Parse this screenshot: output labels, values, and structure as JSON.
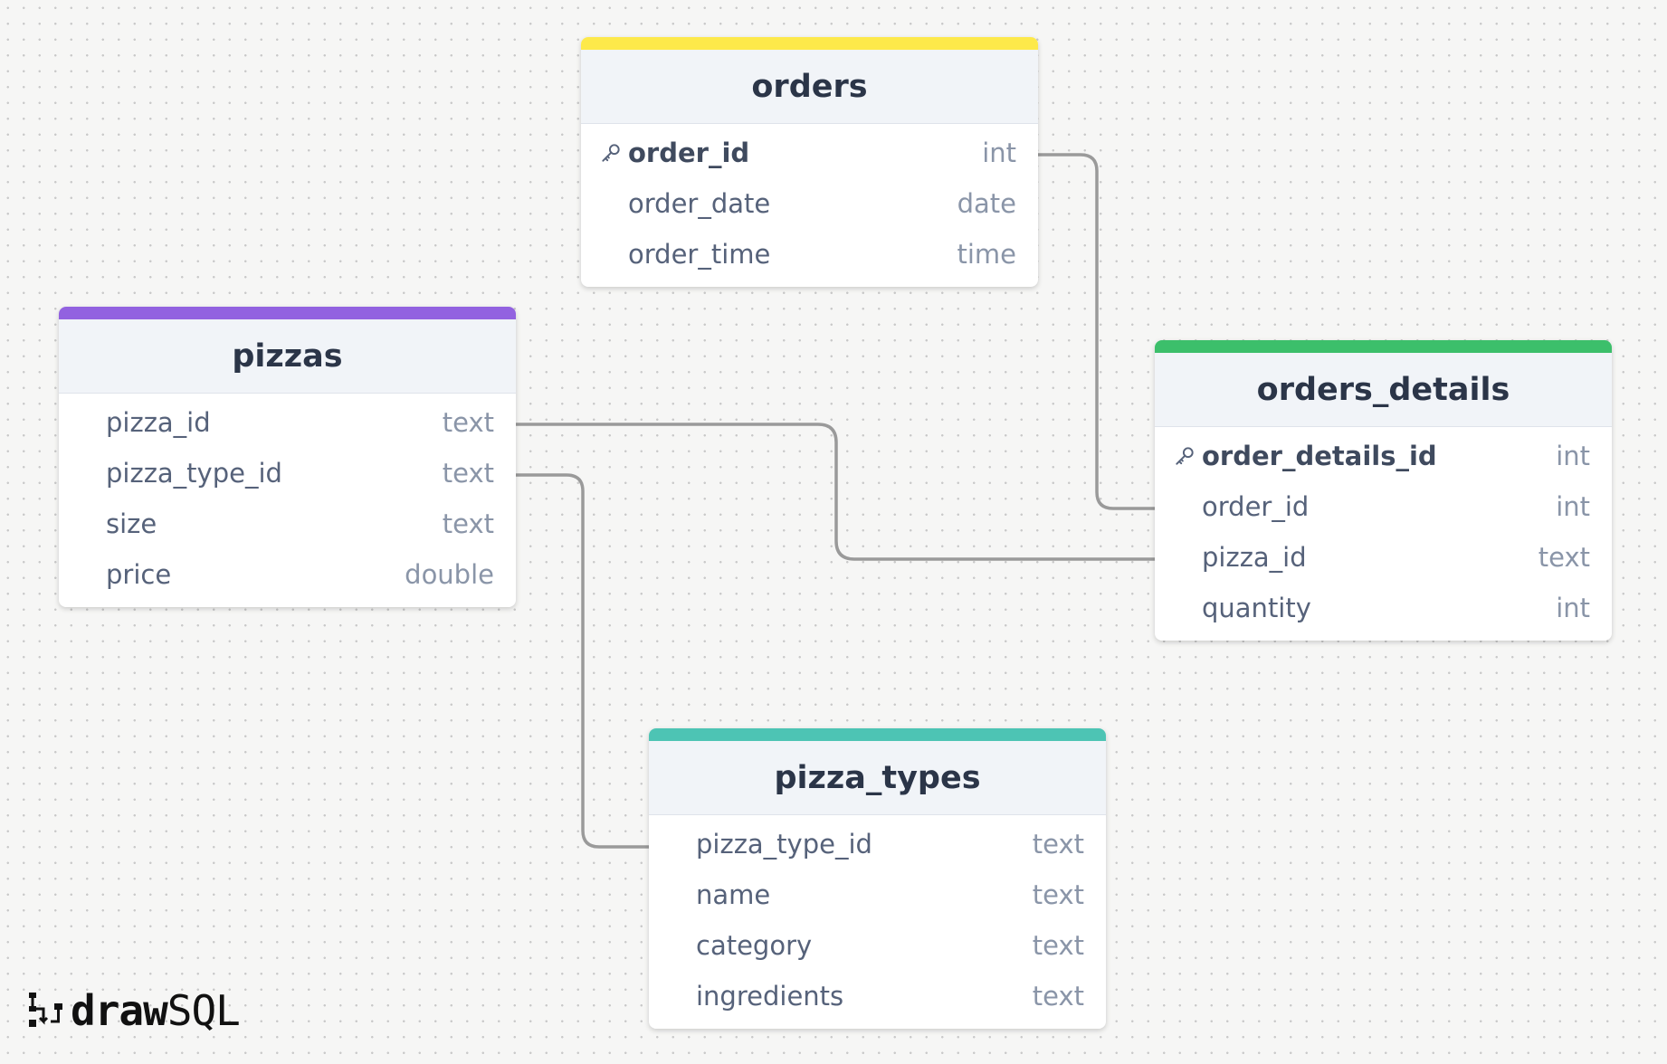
{
  "brand": {
    "bold": "draw",
    "regular": "SQL"
  },
  "tables": {
    "orders": {
      "name": "orders",
      "accent": "#fde94a",
      "columns": [
        {
          "name": "order_id",
          "type": "int",
          "primary": true
        },
        {
          "name": "order_date",
          "type": "date",
          "primary": false
        },
        {
          "name": "order_time",
          "type": "time",
          "primary": false
        }
      ]
    },
    "pizzas": {
      "name": "pizzas",
      "accent": "#9262e0",
      "columns": [
        {
          "name": "pizza_id",
          "type": "text",
          "primary": false
        },
        {
          "name": "pizza_type_id",
          "type": "text",
          "primary": false
        },
        {
          "name": "size",
          "type": "text",
          "primary": false
        },
        {
          "name": "price",
          "type": "double",
          "primary": false
        }
      ]
    },
    "orders_details": {
      "name": "orders_details",
      "accent": "#3cbf6b",
      "columns": [
        {
          "name": "order_details_id",
          "type": "int",
          "primary": true
        },
        {
          "name": "order_id",
          "type": "int",
          "primary": false
        },
        {
          "name": "pizza_id",
          "type": "text",
          "primary": false
        },
        {
          "name": "quantity",
          "type": "int",
          "primary": false
        }
      ]
    },
    "pizza_types": {
      "name": "pizza_types",
      "accent": "#4dc4b4",
      "columns": [
        {
          "name": "pizza_type_id",
          "type": "text",
          "primary": false
        },
        {
          "name": "name",
          "type": "text",
          "primary": false
        },
        {
          "name": "category",
          "type": "text",
          "primary": false
        },
        {
          "name": "ingredients",
          "type": "text",
          "primary": false
        }
      ]
    }
  },
  "relationships": [
    {
      "from": "orders.order_id",
      "to": "orders_details.order_id"
    },
    {
      "from": "pizzas.pizza_id",
      "to": "orders_details.pizza_id"
    },
    {
      "from": "pizzas.pizza_type_id",
      "to": "pizza_types.pizza_type_id"
    }
  ]
}
